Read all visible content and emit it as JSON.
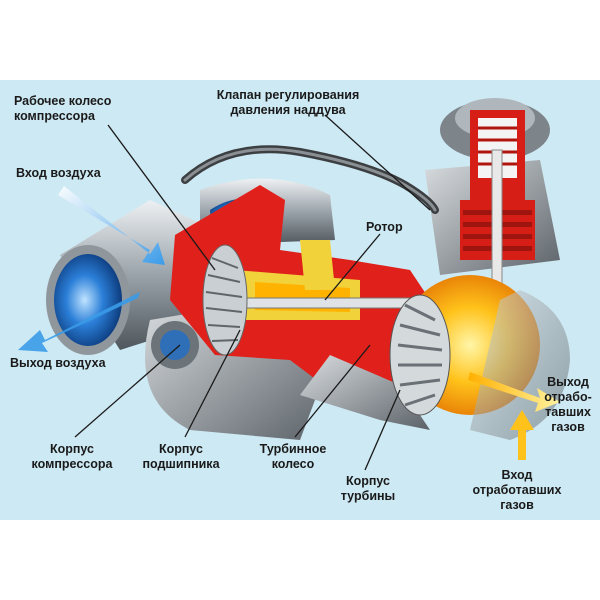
{
  "diagram": {
    "labels": {
      "compressor_wheel": [
        "Рабочее колесо",
        "компрессора"
      ],
      "boost_valve": [
        "Клапан регулирования",
        "давления наддува"
      ],
      "air_inlet": [
        "Вход воздуха"
      ],
      "rotor": [
        "Ротор"
      ],
      "air_outlet": [
        "Выход воздуха"
      ],
      "exhaust_outlet": [
        "Выход",
        "отрабо-",
        "тавших",
        "газов"
      ],
      "compressor_housing": [
        "Корпус",
        "компрессора"
      ],
      "bearing_housing": [
        "Корпус",
        "подшипника"
      ],
      "turbine_wheel": [
        "Турбинное",
        "колесо"
      ],
      "turbine_housing": [
        "Корпус",
        "турбины"
      ],
      "exhaust_inlet": [
        "Вход",
        "отработавших",
        "газов"
      ]
    }
  }
}
